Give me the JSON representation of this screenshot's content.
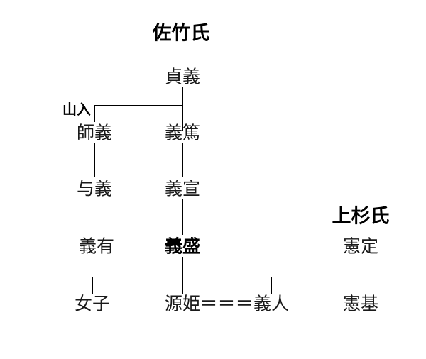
{
  "diagram": {
    "type": "genealogy-tree",
    "title_satake": "佐竹氏",
    "title_uesugi": "上杉氏",
    "branch_label_yamairi": "山入",
    "marriage_symbol": "＝＝＝",
    "line_color": "#000000",
    "text_color": "#1a1a1a",
    "highlight_color": "#000000"
  },
  "people": {
    "sadayoshi": "貞義",
    "moroyoshi": "師義",
    "yoshiatsu": "義篤",
    "tomoyoshi": "与義",
    "yoshinobu": "義宣",
    "yoshiari": "義有",
    "yoshimori": "義盛",
    "joshi": "女子",
    "minamotohime": "源姫",
    "yoshihito": "義人",
    "norisada": "憲定",
    "norimoto": "憲基"
  },
  "generations": [
    {
      "row": 1,
      "members": [
        "貞義"
      ]
    },
    {
      "row": 2,
      "members": [
        "師義",
        "義篤"
      ]
    },
    {
      "row": 3,
      "members": [
        "与義",
        "義宣"
      ]
    },
    {
      "row": 4,
      "members": [
        "義有",
        "義盛",
        "憲定"
      ]
    },
    {
      "row": 5,
      "members": [
        "女子",
        "源姫",
        "義人",
        "憲基"
      ]
    }
  ]
}
